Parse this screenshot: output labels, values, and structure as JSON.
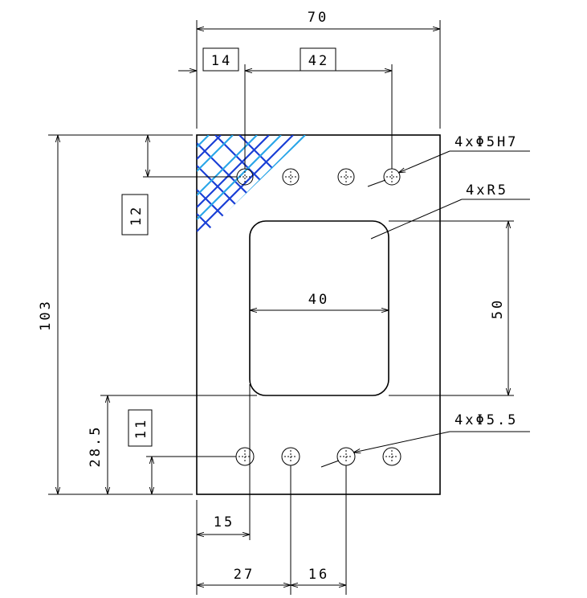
{
  "dimensions": {
    "overall_width": "70",
    "hole_offset_x": "14",
    "hole_pitch_span": "42",
    "hole_offset_y": "12",
    "overall_height": "103",
    "window_width": "40",
    "window_height": "50",
    "lower_hole_height": "28.5",
    "lower_hole_offset_y": "11",
    "lower_hole_offset_x": "15",
    "lower_hole_x2": "27",
    "lower_hole_pitch": "16"
  },
  "callouts": {
    "upper_holes": "4xΦ5H7",
    "corner_radius": "4xR5",
    "lower_holes": "4xΦ5.5"
  },
  "colors": {
    "hatch_dark": "#1a3fd6",
    "hatch_light": "#2aa6e8"
  }
}
